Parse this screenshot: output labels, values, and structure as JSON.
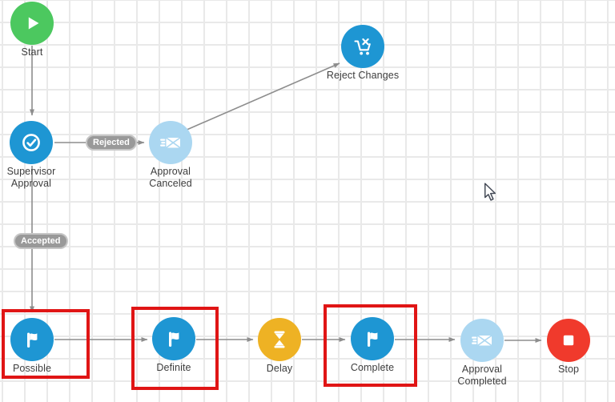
{
  "app": {
    "view": "workflow-process-designer-canvas"
  },
  "nodes": [
    {
      "id": "start",
      "label": "Start",
      "icon": "play-icon",
      "color": "#4cc85f",
      "highlighted": false
    },
    {
      "id": "supervisor-approval",
      "label": "Supervisor Approval",
      "icon": "check-circle-icon",
      "color": "#1e96d3",
      "highlighted": false
    },
    {
      "id": "approval-canceled",
      "label": "Approval Canceled",
      "icon": "send-mail-icon",
      "color": "#abd7f1",
      "highlighted": false
    },
    {
      "id": "reject-changes",
      "label": "Reject Changes",
      "icon": "cart-reject-icon",
      "color": "#1e96d3",
      "highlighted": false
    },
    {
      "id": "possible",
      "label": "Possible",
      "icon": "flag-icon",
      "color": "#1e96d3",
      "highlighted": true
    },
    {
      "id": "definite",
      "label": "Definite",
      "icon": "flag-icon",
      "color": "#1e96d3",
      "highlighted": true
    },
    {
      "id": "delay",
      "label": "Delay",
      "icon": "hourglass-icon",
      "color": "#eeb224",
      "highlighted": false
    },
    {
      "id": "complete",
      "label": "Complete",
      "icon": "flag-icon",
      "color": "#1e96d3",
      "highlighted": true
    },
    {
      "id": "approval-completed",
      "label": "Approval Completed",
      "icon": "send-mail-icon",
      "color": "#abd7f1",
      "highlighted": false
    },
    {
      "id": "stop",
      "label": "Stop",
      "icon": "stop-icon",
      "color": "#f03a2c",
      "highlighted": false
    }
  ],
  "edge_labels": {
    "rejected": "Rejected",
    "accepted": "Accepted"
  },
  "colors": {
    "node-blue": "#1e96d3",
    "node-light-blue": "#abd7f1",
    "node-green": "#4cc85f",
    "node-amber": "#eeb224",
    "node-red": "#f03a2c",
    "highlight-red": "#e01515",
    "edge-gray": "#8d8d8d",
    "grid-gray": "#e9e9e9",
    "pill-gray": "#999999"
  },
  "cursor": {
    "visible": true
  }
}
